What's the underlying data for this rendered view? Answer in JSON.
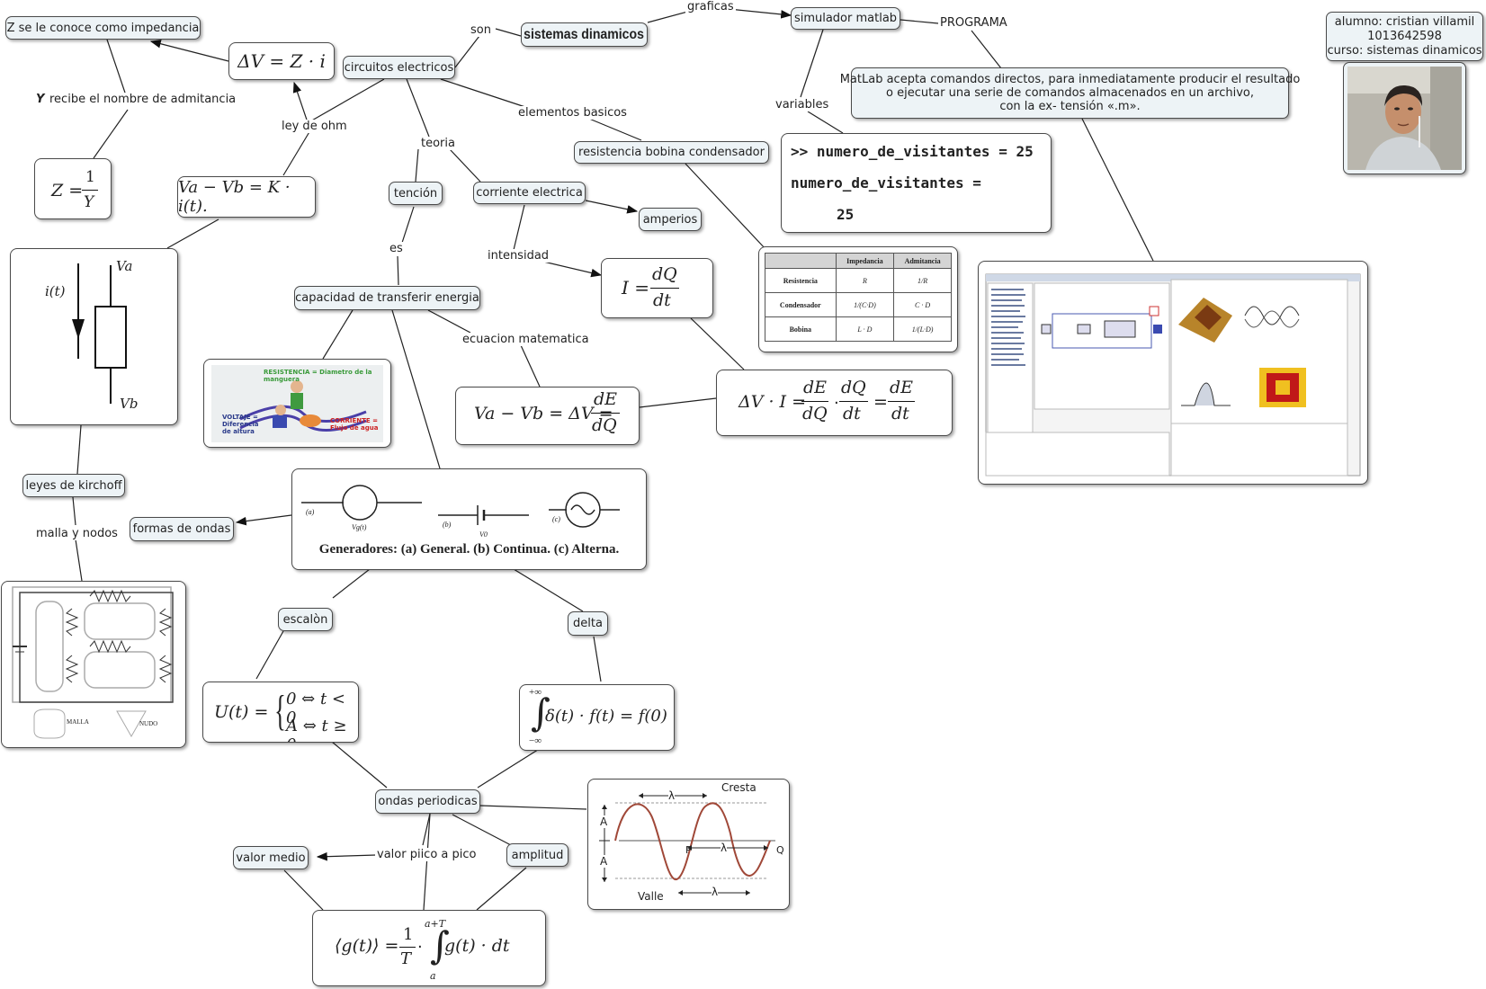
{
  "nodes": {
    "impedancia": "Z se le conoce como impedancia",
    "circuitos": "circuitos electricos",
    "sistemas": "sistemas dinamicos",
    "simulador": "simulador matlab",
    "alumno": [
      "alumno: cristian villamil",
      "1013642598",
      "curso: sistemas dinamicos"
    ],
    "matlab_desc": [
      "MatLab acepta comandos directos, para inmediatamente producir el resultado",
      "o ejecutar una serie de comandos almacenados en un archivo,",
      "con la ex- tensión «.m»."
    ],
    "resistencia": "resistencia bobina condensador",
    "tencion": "tención",
    "corriente": "corriente electrica",
    "amperios": "amperios",
    "capacidad": "capacidad de transferir energia",
    "kirchoff": "leyes de kirchoff",
    "formas": "formas de ondas",
    "escalon": "escalòn",
    "delta": "delta",
    "ondas": "ondas periodicas",
    "valor_medio": "valor medio",
    "amplitud": "amplitud"
  },
  "labels": {
    "son": "son",
    "graficas": "graficas",
    "programa": "PROGRAMA",
    "variables": "variables",
    "elementos": "elementos basicos",
    "teoria": "teoria",
    "ley_ohm": "ley de ohm",
    "admitancia_y": "Y",
    "admitancia": "recibe el nombre de admitancia",
    "es": "es",
    "intensidad": "intensidad",
    "ecuacion": "ecuacion matematica",
    "malla_nodos": "malla y nodos",
    "valor_pico": "valor piico a pico"
  },
  "code": {
    "line1": ">> numero_de_visitantes = 25",
    "line2": "numero_de_visitantes =",
    "line3": "25"
  },
  "formulas": {
    "dv": "ΔV = Z · i",
    "z_num": "1",
    "z_den": "Y",
    "z_lhs": "Z =",
    "ohm": "Va − Vb = K · i(t).",
    "i_lhs": "I =",
    "i_num": "dQ",
    "i_den": "dt",
    "energy_lhs": "Va − Vb = ΔV =",
    "energy_num": "dE",
    "energy_den": "dQ",
    "power_lhs": "ΔV · I =",
    "step_lhs": "U(t) =",
    "step_1": "0 ⇔ t < 0",
    "step_2": "A ⇔ t ≥ 0",
    "delta_eq": "δ(t) · f(t) = f(0)",
    "delta_top": "+∞",
    "delta_bot": "−∞",
    "mean_lhs": "⟨g(t)⟩ =",
    "mean_num": "1",
    "mean_den": "T",
    "mean_int": "g(t) · dt",
    "mean_top": "a+T",
    "mean_bot": "a"
  },
  "resistor_figure": {
    "i": "i(t)",
    "va": "Va",
    "vb": "Vb"
  },
  "generators": {
    "caption": "Generadores: (a) General. (b) Continua. (c) Alterna.",
    "a": "(a)",
    "b": "(b)",
    "c": "(c)",
    "vg": "Vg(t)",
    "v0": "V0"
  },
  "table": {
    "headers": [
      "",
      "Impedancia",
      "Admitancia"
    ],
    "rows": [
      [
        "Resistencia",
        "R",
        "1/R"
      ],
      [
        "Condensador",
        "1/(C·D)",
        "C · D"
      ],
      [
        "Bobina",
        "L · D",
        "1/(L·D)"
      ]
    ]
  },
  "water_analogy": {
    "resistencia": "RESISTENCIA = Diametro de la manguera",
    "voltaje": "VOLTAJE = Diferencia de altura",
    "corriente": "CORRIENTE = Flujo de agua"
  },
  "kirchoff_figure": {
    "malla": "MALLA",
    "nudo": "NUDO"
  },
  "wave_figure": {
    "cresta": "Cresta",
    "valle": "Valle",
    "lambda": "λ",
    "a": "A",
    "p": "P",
    "q": "Q"
  },
  "colors": {
    "node_fill": "#edf3f6",
    "border": "#4a4a4a",
    "wave": "#a04838",
    "accent_green": "#3a9a3a",
    "accent_red": "#cc2222",
    "accent_blue": "#2a3a8a"
  }
}
